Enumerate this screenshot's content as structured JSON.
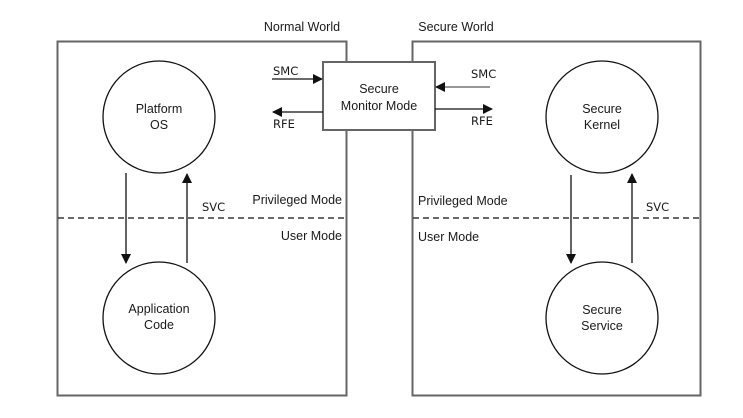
{
  "diagram": {
    "worlds": {
      "normal": {
        "title": "Normal World"
      },
      "secure": {
        "title": "Secure World"
      }
    },
    "monitor": {
      "line1": "Secure",
      "line2": "Monitor Mode"
    },
    "normal_nodes": {
      "platform_os": {
        "line1": "Platform",
        "line2": "OS"
      },
      "application_code": {
        "line1": "Application",
        "line2": "Code"
      }
    },
    "secure_nodes": {
      "secure_kernel": {
        "line1": "Secure",
        "line2": "Kernel"
      },
      "secure_service": {
        "line1": "Secure",
        "line2": "Service"
      }
    },
    "modes": {
      "privileged": "Privileged Mode",
      "user": "User Mode"
    },
    "calls": {
      "smc": "SMC",
      "rfe": "RFE",
      "svc": "SVC"
    },
    "colors": {
      "border": "#666666",
      "line": "#111111",
      "gray_arrow": "#777777"
    }
  }
}
